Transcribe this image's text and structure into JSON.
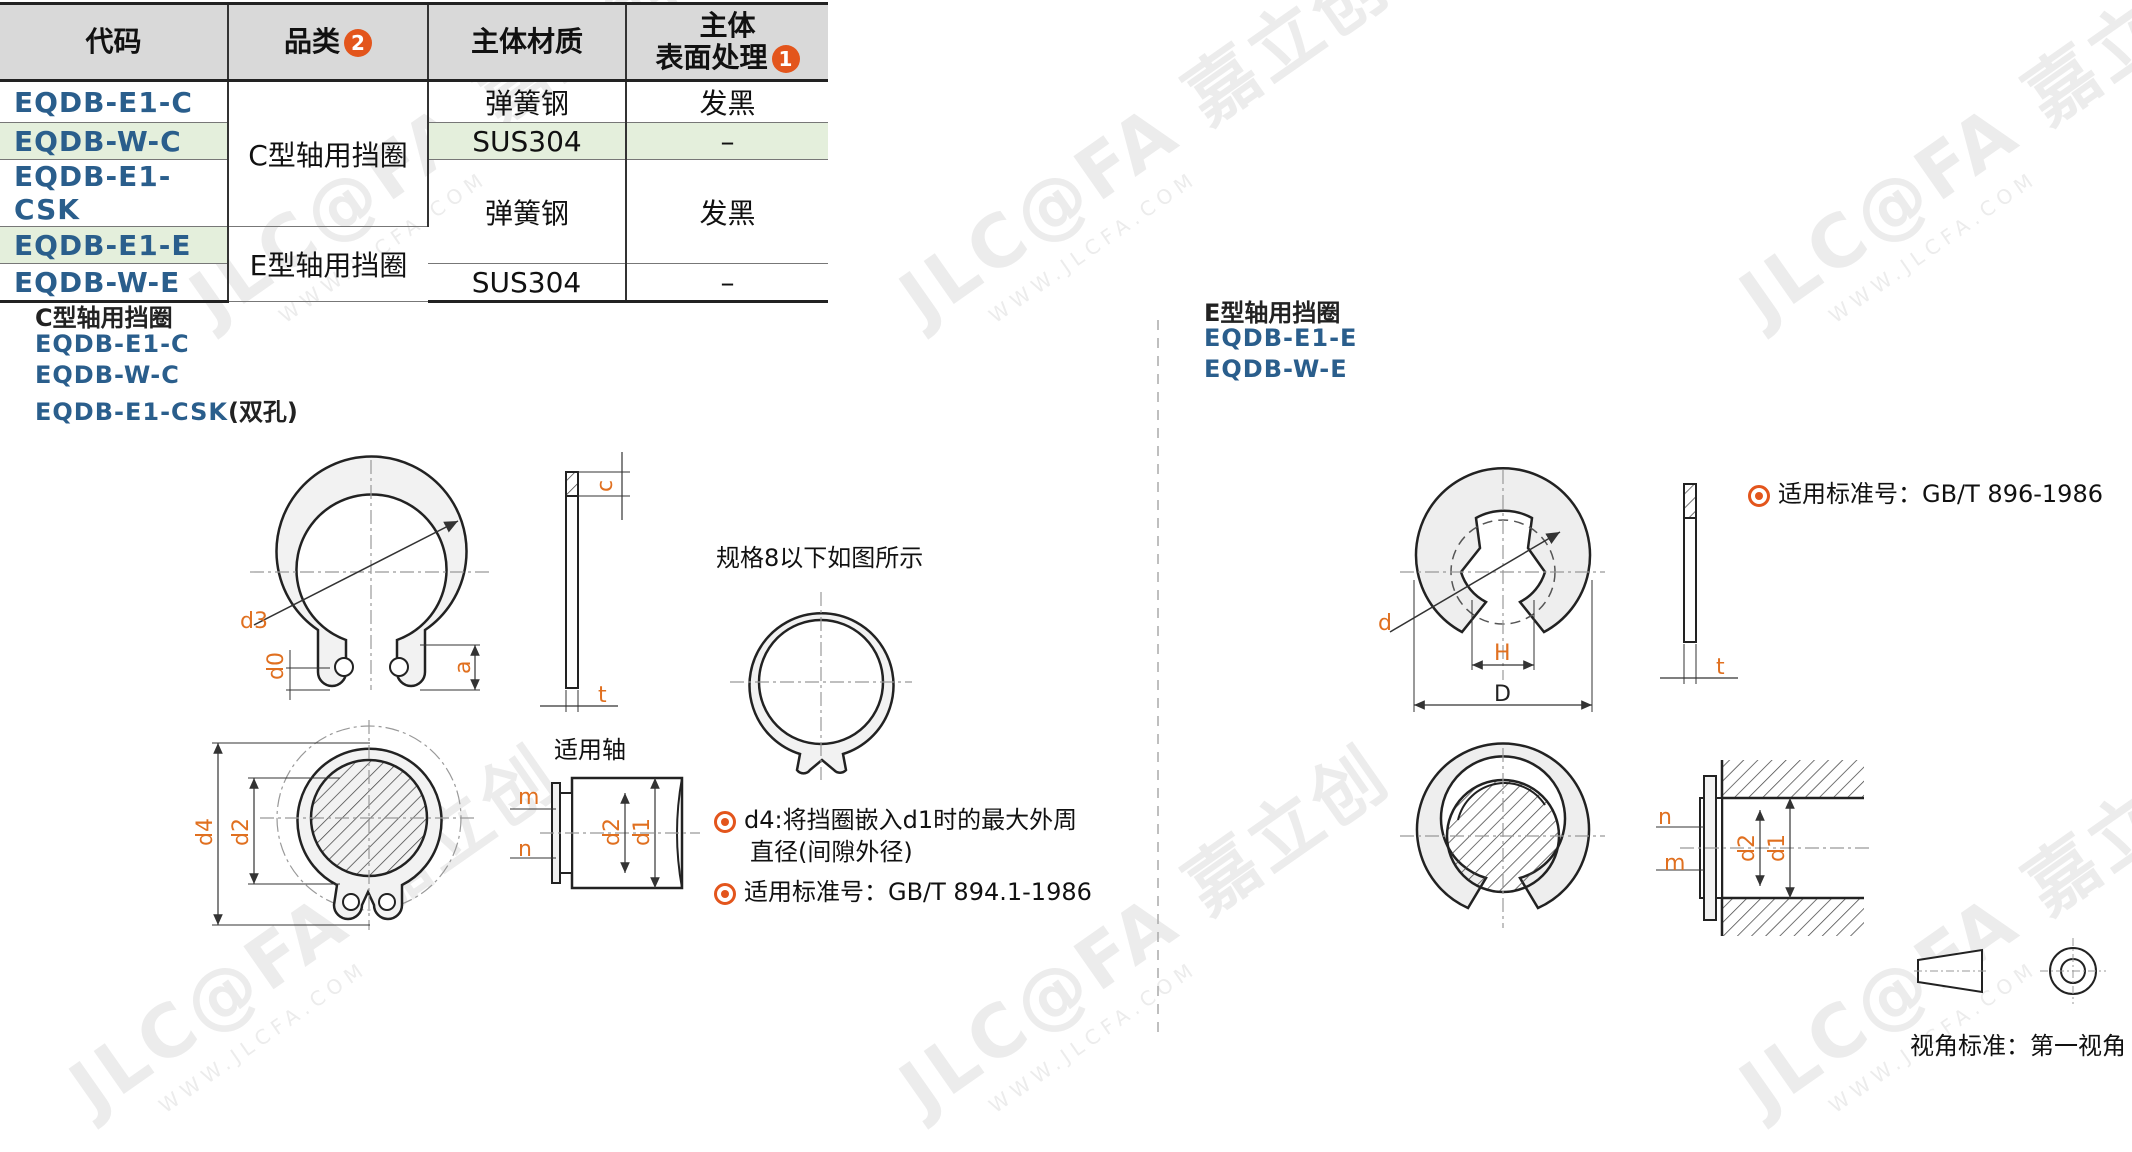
{
  "watermark": {
    "brand": "JLC@FA 嘉立创",
    "url": "WWW.JLCFA.COM"
  },
  "table": {
    "headers": {
      "code": "代码",
      "category": "品类",
      "category_badge": "2",
      "material": "主体材质",
      "surface_line1": "主体",
      "surface_line2": "表面处理",
      "surface_badge": "1"
    },
    "rows": [
      {
        "code": "EQDB-E1-C"
      },
      {
        "code": "EQDB-W-C"
      },
      {
        "code": "EQDB-E1-CSK"
      },
      {
        "code": "EQDB-E1-E"
      },
      {
        "code": "EQDB-W-E"
      }
    ],
    "category_c": "C型轴用挡圈",
    "category_e": "E型轴用挡圈",
    "material_spring": "弹簧钢",
    "material_sus": "SUS304",
    "surface_black": "发黑",
    "surface_none": "–"
  },
  "c_section": {
    "title": "C型轴用挡圈",
    "code1": "EQDB-E1-C",
    "code2": "EQDB-W-C",
    "code3": "EQDB-E1-CSK",
    "code3_suffix": "(双孔)",
    "note_small": "规格8以下如图所示",
    "shaft_label": "适用轴",
    "note1_line1": "d4:将挡圈嵌入d1时的最大外周",
    "note1_line2": "直径(间隙外径)",
    "note2": "适用标准号：GB/T 894.1-1986",
    "dims": {
      "d3": "d3",
      "d0": "d0",
      "a": "a",
      "c": "c",
      "t": "t",
      "d4": "d4",
      "d2": "d2",
      "d1": "d1",
      "m": "m",
      "n": "n"
    }
  },
  "e_section": {
    "title": "E型轴用挡圈",
    "code1": "EQDB-E1-E",
    "code2": "EQDB-W-E",
    "note": "适用标准号：GB/T 896-1986",
    "dims": {
      "d": "d",
      "H": "H",
      "D": "D",
      "t": "t",
      "n": "n",
      "m": "m",
      "d2": "d2",
      "d1": "d1"
    }
  },
  "view_standard": "视角标准：第一视角",
  "colors": {
    "accent": "#e3551c",
    "code_blue": "#2a5e8c",
    "dim_orange": "#e07020",
    "row_green": "#e4efdc"
  }
}
